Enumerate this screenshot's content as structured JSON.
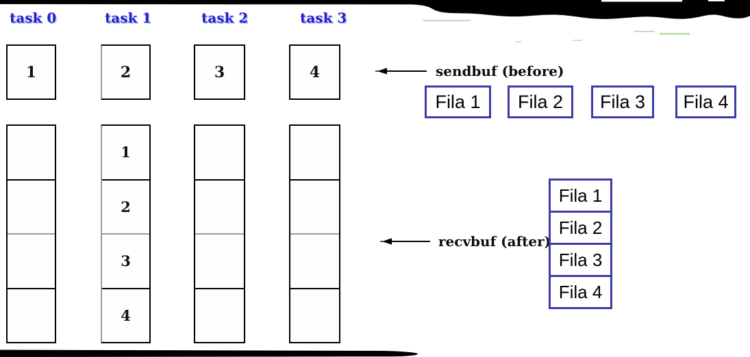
{
  "colors": {
    "task_label_blue": "#2121cd",
    "fila_border_blue": "#3b3baa",
    "box_border_black": "#000000",
    "divider_gray": "#9a9a9a"
  },
  "tasks": [
    {
      "label": "task 0",
      "send_value": "1",
      "recv_cells": [
        "",
        "",
        "",
        ""
      ]
    },
    {
      "label": "task 1",
      "send_value": "2",
      "recv_cells": [
        "1",
        "2",
        "3",
        "4"
      ]
    },
    {
      "label": "task 2",
      "send_value": "3",
      "recv_cells": [
        "",
        "",
        "",
        ""
      ]
    },
    {
      "label": "task 3",
      "send_value": "4",
      "recv_cells": [
        "",
        "",
        "",
        ""
      ]
    }
  ],
  "annotations": {
    "sendbuf": "sendbuf (before)",
    "recvbuf": "recvbuf (after)"
  },
  "fila_row": [
    {
      "label": "Fila 1"
    },
    {
      "label": "Fila 2"
    },
    {
      "label": "Fila 3"
    },
    {
      "label": "Fila 4"
    }
  ],
  "fila_stack": [
    {
      "label": "Fila 1"
    },
    {
      "label": "Fila 2"
    },
    {
      "label": "Fila 3"
    },
    {
      "label": "Fila 4"
    }
  ]
}
